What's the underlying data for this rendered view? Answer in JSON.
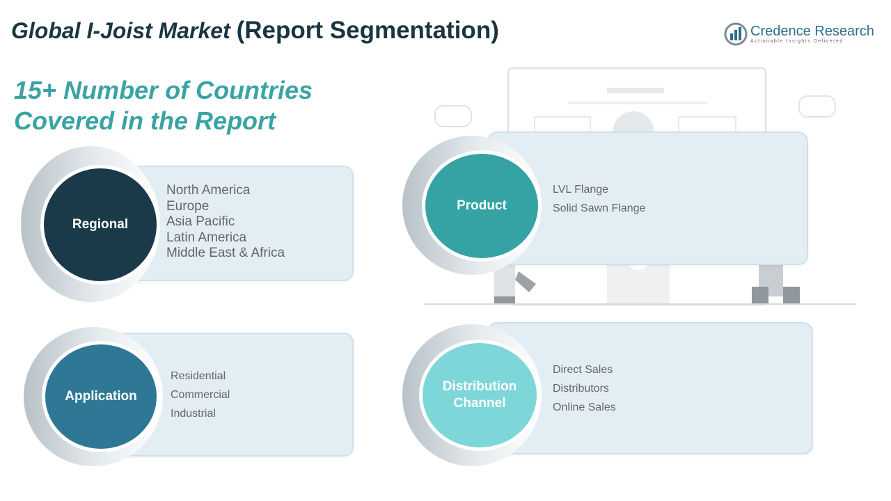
{
  "title": {
    "main": "Global I-Joist Market",
    "suffix": "(Report Segmentation)"
  },
  "logo": {
    "name": "Credence Research",
    "tagline": "Actionable Insights Delivered"
  },
  "subtitle": {
    "line1": "15+ Number of Countries",
    "line2": "Covered in the Report"
  },
  "segments": {
    "regional": {
      "label": "Regional",
      "color": "#1a3a4a",
      "items": [
        "North America",
        "Europe",
        "Asia Pacific",
        "Latin America",
        "Middle East & Africa"
      ]
    },
    "product": {
      "label": "Product",
      "color": "#35a3a3",
      "items": [
        "LVL Flange",
        "Solid Sawn Flange"
      ]
    },
    "application": {
      "label": "Application",
      "color": "#2e7896",
      "items": [
        "Residential",
        "Commercial",
        "Industrial"
      ]
    },
    "distribution": {
      "label_line1": "Distribution",
      "label_line2": "Channel",
      "color": "#7dd6d8",
      "items": [
        "Direct Sales",
        "Distributors",
        "Online Sales"
      ]
    }
  }
}
